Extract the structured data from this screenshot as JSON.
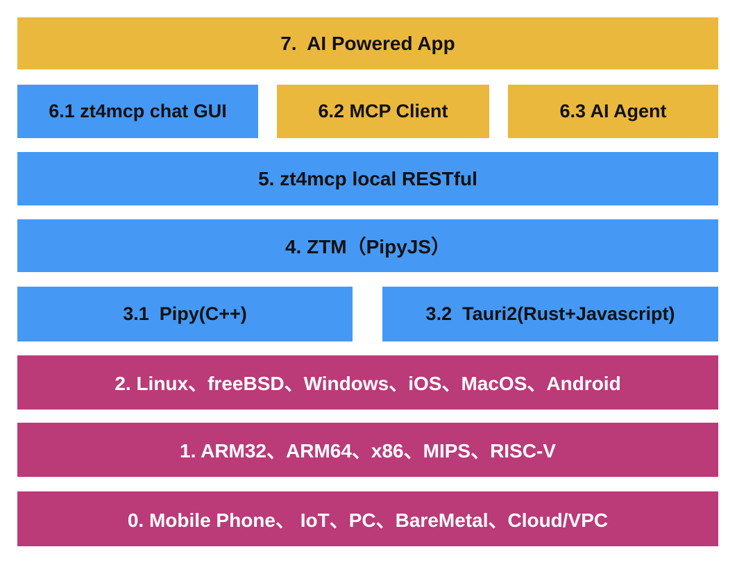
{
  "colors": {
    "gold": "#EBB83E",
    "blue": "#4599F5",
    "magenta": "#BB3A78",
    "text_dark": "#111111",
    "text_light": "#FFFFFF"
  },
  "layers": [
    {
      "level": "7",
      "blocks": [
        {
          "label": "7.  AI Powered App",
          "color": "gold"
        }
      ]
    },
    {
      "level": "6",
      "blocks": [
        {
          "label": "6.1 zt4mcp chat GUI",
          "color": "blue"
        },
        {
          "label": "6.2 MCP Client",
          "color": "gold"
        },
        {
          "label": "6.3 AI Agent",
          "color": "gold"
        }
      ]
    },
    {
      "level": "5",
      "blocks": [
        {
          "label": "5. zt4mcp local RESTful",
          "color": "blue"
        }
      ]
    },
    {
      "level": "4",
      "blocks": [
        {
          "label": "4. ZTM（PipyJS）",
          "color": "blue"
        }
      ]
    },
    {
      "level": "3",
      "blocks": [
        {
          "label": "3.1  Pipy(C++)",
          "color": "blue"
        },
        {
          "label": "3.2  Tauri2(Rust+Javascript)",
          "color": "blue"
        }
      ]
    },
    {
      "level": "2",
      "blocks": [
        {
          "label": "2. Linux、freeBSD、Windows、iOS、MacOS、Android",
          "color": "magenta"
        }
      ]
    },
    {
      "level": "1",
      "blocks": [
        {
          "label": "1. ARM32、ARM64、x86、MIPS、RISC-V",
          "color": "magenta"
        }
      ]
    },
    {
      "level": "0",
      "blocks": [
        {
          "label": "0. Mobile Phone、 IoT、PC、BareMetal、Cloud/VPC",
          "color": "magenta"
        }
      ]
    }
  ]
}
